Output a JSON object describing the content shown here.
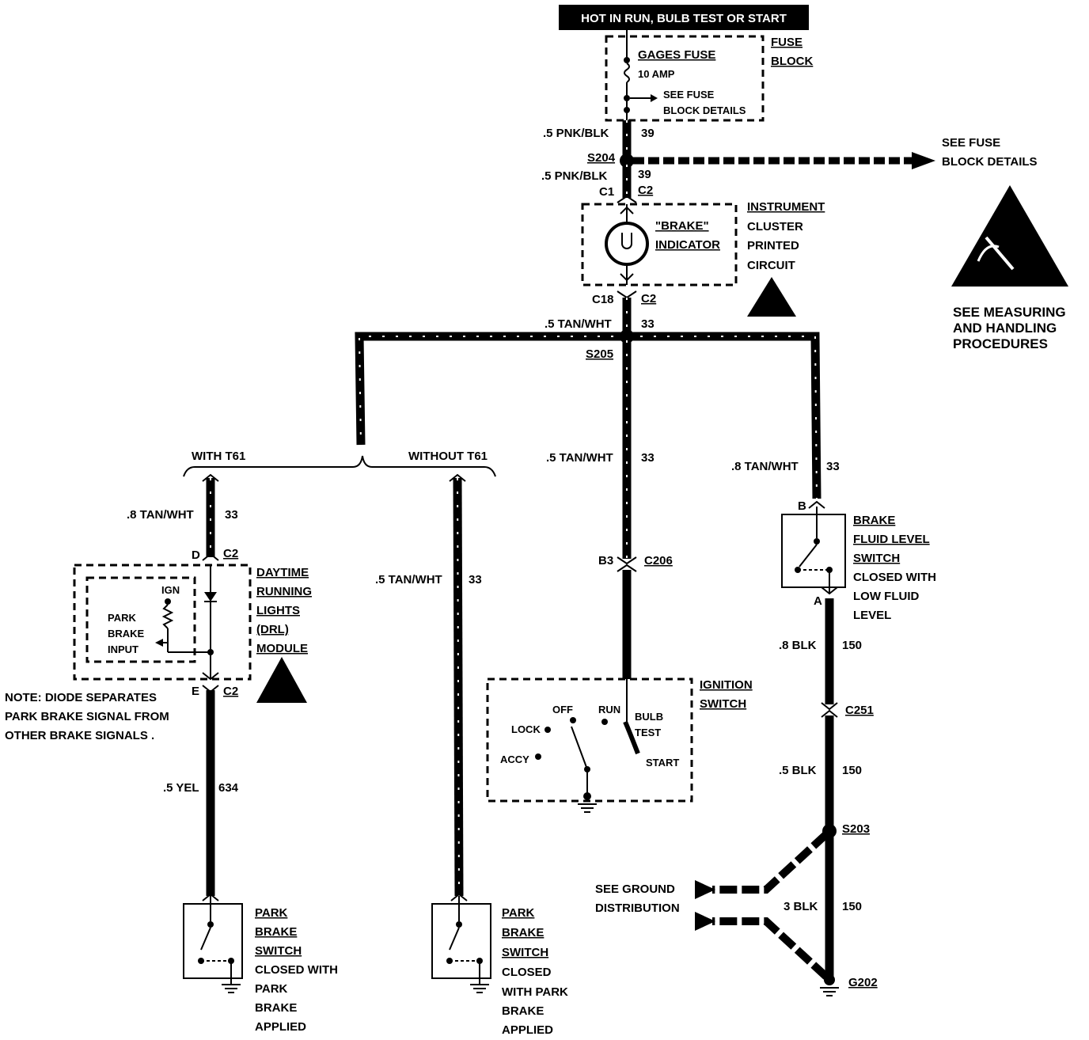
{
  "banner": "HOT IN RUN, BULB TEST OR START",
  "fuse_block": {
    "title": "FUSE BLOCK",
    "fuse_name": "GAGES FUSE",
    "rating": "10 AMP",
    "see_details_1": "SEE FUSE",
    "see_details_2": "BLOCK DETAILS"
  },
  "wires": {
    "w39a_color": ".5 PNK/BLK",
    "w39a_num": "39",
    "w39b_color": ".5  PNK/BLK",
    "w39b_num": "39",
    "w33_top_color": ".5 TAN/WHT",
    "w33_top_num": "33",
    "w33_mid_color": ".5 TAN/WHT",
    "w33_mid_num": "33",
    "w33_right_color": ".8 TAN/WHT",
    "w33_right_num": "33",
    "w33_left_color": ".8 TAN/WHT",
    "w33_left_num": "33",
    "w33_without_color": ".5 TAN/WHT",
    "w33_without_num": "33",
    "w634_color": ".5 YEL",
    "w634_num": "634",
    "w150a_color": ".8 BLK",
    "w150a_num": "150",
    "w150b_color": ".5 BLK",
    "w150b_num": "150",
    "w150c_color": "3 BLK",
    "w150c_num": "150"
  },
  "splices": {
    "s204": "S204",
    "s205": "S205",
    "s203": "S203",
    "g202": "G202"
  },
  "connectors": {
    "c1": "C1",
    "c2_top": "C2",
    "c18": "C18",
    "c2_mid": "C2",
    "d": "D",
    "c2_drl_top": "C2",
    "e": "E",
    "c2_drl_bot": "C2",
    "b3": "B3",
    "c206": "C206",
    "b": "B",
    "a": "A",
    "c251": "C251"
  },
  "see_fuse_right_1": "SEE FUSE",
  "see_fuse_right_2": "BLOCK DETAILS",
  "instrument_cluster": {
    "indicator_1": "\"BRAKE\"",
    "indicator_2": "INDICATOR",
    "title_1": "INSTRUMENT",
    "title_2": "CLUSTER",
    "title_3": "PRINTED",
    "title_4": "CIRCUIT"
  },
  "esd_note": {
    "line1": "SEE MEASURING",
    "line2": "AND HANDLING",
    "line3": "PROCEDURES"
  },
  "branches": {
    "with": "WITH T61",
    "without": "WITHOUT T61"
  },
  "drl": {
    "line1": "DAYTIME",
    "line2": "RUNNING",
    "line3": "LIGHTS",
    "line4": "(DRL)",
    "line5": "MODULE",
    "ign": "IGN",
    "park1": "PARK",
    "park2": "BRAKE",
    "park3": "INPUT"
  },
  "note": {
    "line1": "NOTE: DIODE SEPARATES",
    "line2": "PARK BRAKE SIGNAL FROM",
    "line3": "OTHER BRAKE SIGNALS ."
  },
  "ignition": {
    "title1": "IGNITION",
    "title2": "SWITCH",
    "off": "OFF",
    "run": "RUN",
    "bulb1": "BULB",
    "bulb2": "TEST",
    "lock": "LOCK",
    "accy": "ACCY",
    "start": "START"
  },
  "brake_fluid": {
    "l1": "BRAKE",
    "l2": "FLUID LEVEL",
    "l3": "SWITCH",
    "l4": "CLOSED WITH",
    "l5": "LOW FLUID",
    "l6": "LEVEL"
  },
  "park_switch_left": {
    "l1": "PARK",
    "l2": "BRAKE",
    "l3": "SWITCH",
    "l4": "CLOSED WITH",
    "l5": "PARK",
    "l6": "BRAKE",
    "l7": "APPLIED"
  },
  "park_switch_right": {
    "l1": "PARK",
    "l2": "BRAKE",
    "l3": "SWITCH",
    "l4": "CLOSED",
    "l5": "WITH PARK",
    "l6": "BRAKE",
    "l7": "APPLIED"
  },
  "ground_ref": {
    "l1": "SEE GROUND",
    "l2": "DISTRIBUTION"
  }
}
